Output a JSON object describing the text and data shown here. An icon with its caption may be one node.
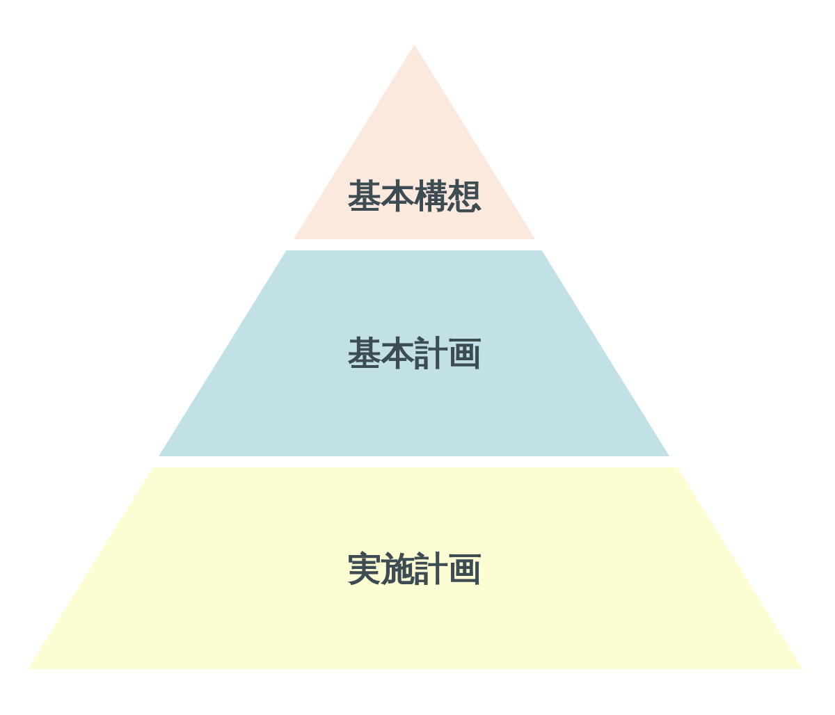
{
  "diagram": {
    "nodes": [
      {
        "text": [
          "基本構想"
        ]
      },
      {
        "text": [
          "基本計画"
        ]
      },
      {
        "text": [
          "実施計画"
        ]
      }
    ]
  }
}
